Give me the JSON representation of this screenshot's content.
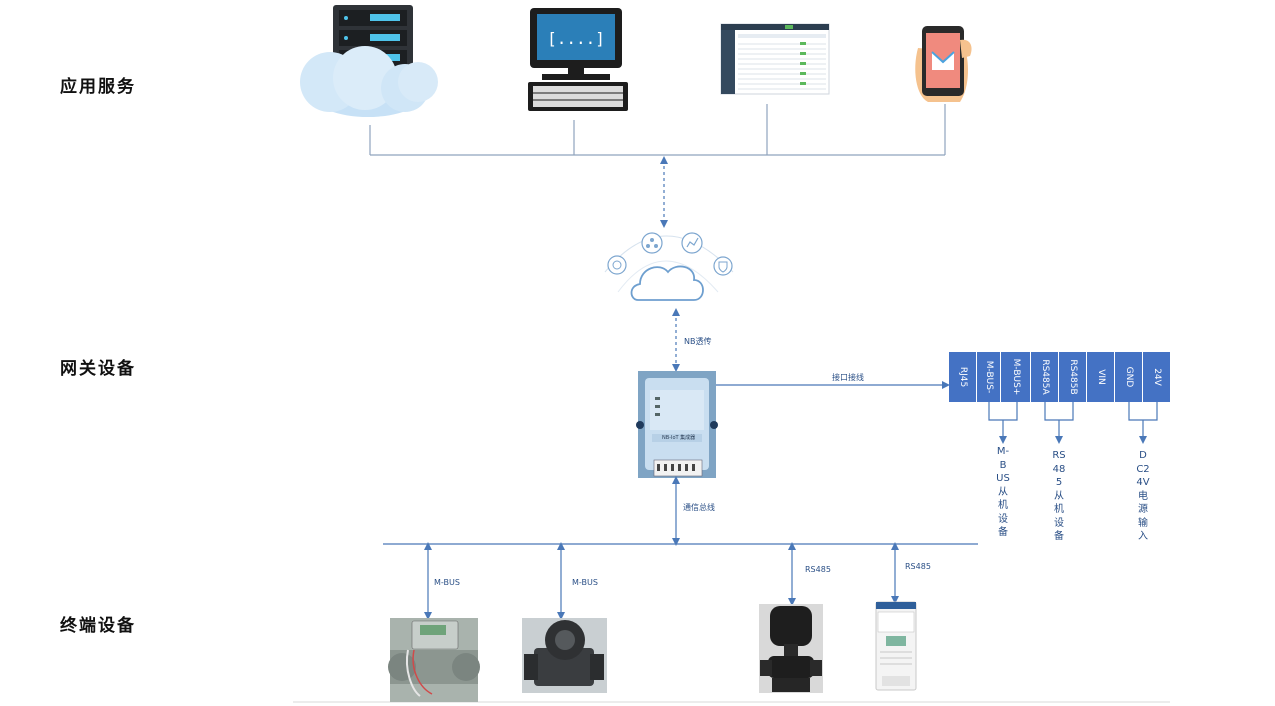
{
  "layers": {
    "application": "应用服务",
    "gateway": "网关设备",
    "terminal": "终端设备"
  },
  "links": {
    "nb": "NB透传",
    "interface": "接口接线",
    "bus": "通信总线",
    "mbus_1": "M-BUS",
    "mbus_2": "M-BUS",
    "rs485_1": "RS485",
    "rs485_2": "RS485"
  },
  "ports": [
    "RJ45",
    "M-BUS-",
    "M-BUS+",
    "RS485A",
    "RS485B",
    "VIN",
    "GND",
    "24V"
  ],
  "port_descriptions": {
    "mbus_slave": "M-BUS从机设备",
    "rs485_slave": "RS485从机设备",
    "dc_input": "DC24V电源输入"
  },
  "gateway_device": {
    "model": "NB-IoT 集成器"
  },
  "colors": {
    "line": "#4a78b8",
    "port_fill": "#4472c4"
  }
}
